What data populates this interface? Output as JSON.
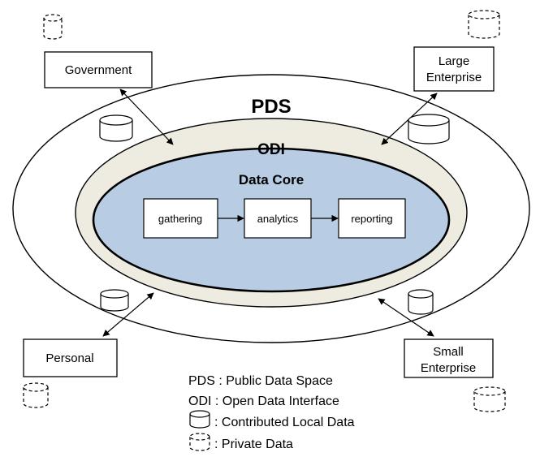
{
  "pds_label": "PDS",
  "odi_label": "ODI",
  "core_label": "Data Core",
  "process": {
    "gathering": "gathering",
    "analytics": "analytics",
    "reporting": "reporting"
  },
  "entities": {
    "government": "Government",
    "large_line1": "Large",
    "large_line2": "Enterprise",
    "personal": "Personal",
    "small_line1": "Small",
    "small_line2": "Enterprise"
  },
  "legend": {
    "pds": "PDS : Public Data Space",
    "odi": "ODI : Open Data Interface",
    "contributed": ": Contributed Local Data",
    "private": ": Private Data"
  },
  "colors": {
    "odi_ring": "#eeece1",
    "data_core": "#b8cce4"
  }
}
